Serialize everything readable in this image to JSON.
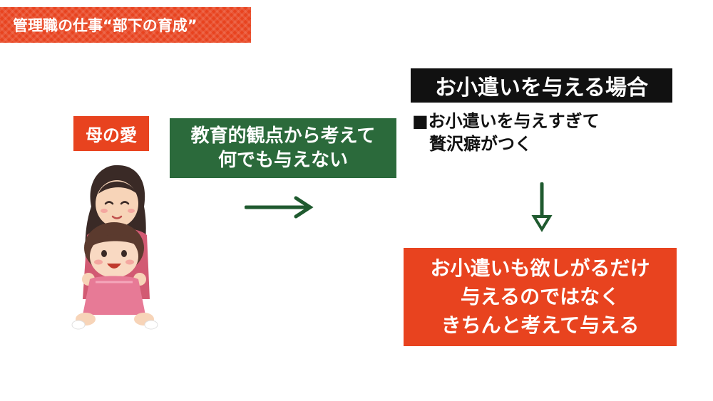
{
  "header": {
    "title": "管理職の仕事“部下の育成”"
  },
  "section_title": "お小遣いを与える場合",
  "detail": {
    "line1": "■お小遣いを与えすぎて",
    "line2": "　贅沢癖がつく"
  },
  "mother_label": "母の愛",
  "green_box": {
    "line1": "教育的観点から考えて",
    "line2": "何でも与えない"
  },
  "result_box": {
    "line1": "お小遣いも欲しがるだけ",
    "line2": "与えるのではなく",
    "line3": "きちんと考えて与える"
  },
  "colors": {
    "accent_red": "#e8431f",
    "green": "#2b6a3b",
    "black": "#111111"
  },
  "icons": {
    "arrow_right": "arrow-right-icon",
    "arrow_down": "arrow-down-icon"
  }
}
